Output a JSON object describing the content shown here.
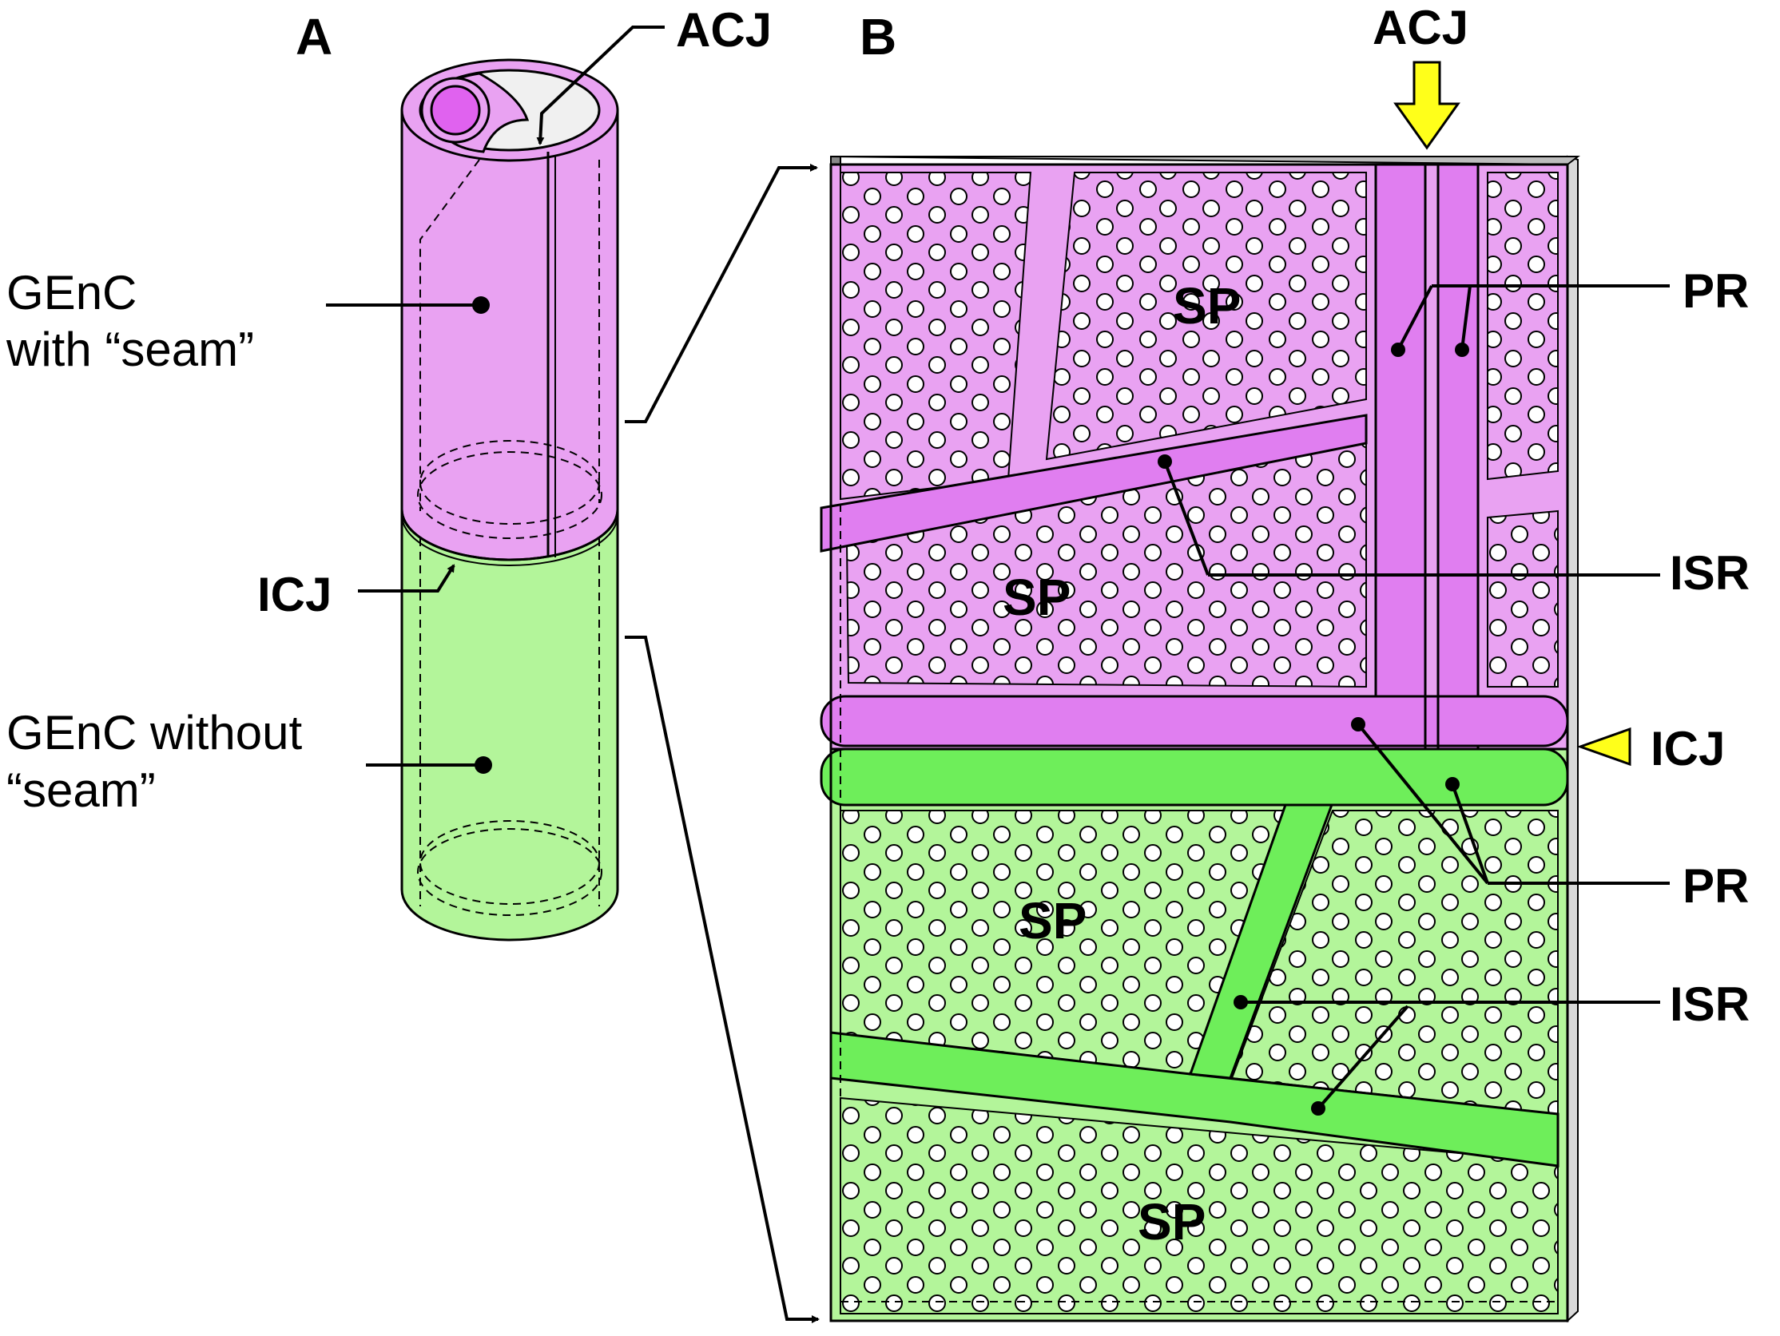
{
  "panels": {
    "a": "A",
    "b": "B"
  },
  "panel_a": {
    "genc_seam_line1": "GEnC",
    "genc_seam_line2": "with “seam”",
    "genc_noseam_line1": "GEnC without",
    "genc_noseam_line2": "“seam”",
    "icj": "ICJ",
    "acj": "ACJ"
  },
  "panel_b": {
    "acj": "ACJ",
    "icj": "ICJ",
    "pr_top": "PR",
    "isr_top": "ISR",
    "pr_bottom": "PR",
    "isr_bottom": "ISR",
    "sp_1": "SP",
    "sp_2": "SP",
    "sp_3": "SP",
    "sp_4": "SP"
  },
  "colors": {
    "seam_cell": "#e9a2f2",
    "seam_ridge": "#e07ef0",
    "seam_nucleus": "#e062ef",
    "noseam_cell": "#b3f59a",
    "noseam_ridge": "#6eee5a",
    "arrowhead": "#ffff1a",
    "outline": "#000000"
  }
}
